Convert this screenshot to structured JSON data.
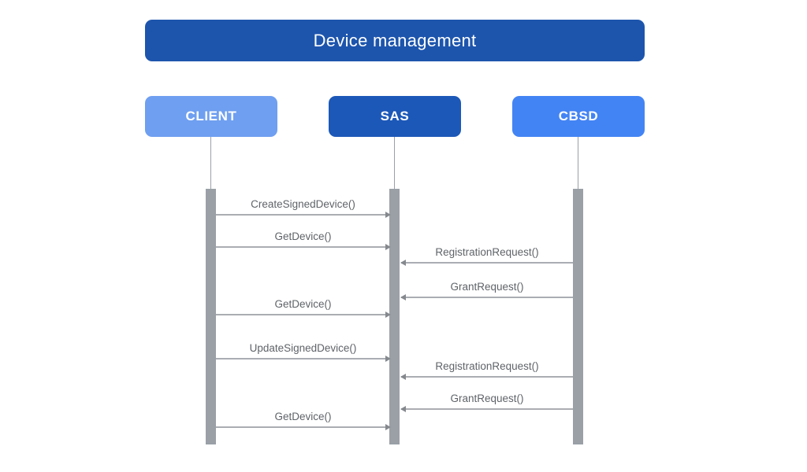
{
  "diagram": {
    "title": "Device management",
    "type": "sequence-diagram"
  },
  "actors": [
    {
      "id": "client",
      "label": "CLIENT",
      "color": "#6f9ff0"
    },
    {
      "id": "sas",
      "label": "SAS",
      "color": "#1c58b8"
    },
    {
      "id": "cbsd",
      "label": "CBSD",
      "color": "#4384f4"
    }
  ],
  "messages": [
    {
      "label": "CreateSignedDevice()",
      "from": "CLIENT",
      "to": "SAS",
      "direction": "right"
    },
    {
      "label": "GetDevice()",
      "from": "CLIENT",
      "to": "SAS",
      "direction": "right"
    },
    {
      "label": "RegistrationRequest()",
      "from": "CBSD",
      "to": "SAS",
      "direction": "left"
    },
    {
      "label": "GrantRequest()",
      "from": "CBSD",
      "to": "SAS",
      "direction": "left"
    },
    {
      "label": "GetDevice()",
      "from": "CLIENT",
      "to": "SAS",
      "direction": "right"
    },
    {
      "label": "UpdateSignedDevice()",
      "from": "CLIENT",
      "to": "SAS",
      "direction": "right"
    },
    {
      "label": "RegistrationRequest()",
      "from": "CBSD",
      "to": "SAS",
      "direction": "left"
    },
    {
      "label": "GrantRequest()",
      "from": "CBSD",
      "to": "SAS",
      "direction": "left"
    },
    {
      "label": "GetDevice()",
      "from": "CLIENT",
      "to": "SAS",
      "direction": "right"
    }
  ],
  "colors": {
    "title_bg": "#1d55ad",
    "client_bg": "#6f9ff0",
    "sas_bg": "#1c58b8",
    "cbsd_bg": "#4384f4",
    "lifeline_gray": "#9aa0a6",
    "arrow_gray": "#aaadb2",
    "arrowhead_gray": "#85898e",
    "message_text": "#5f6368",
    "actor_text": "#ffffff",
    "background": "#ffffff"
  }
}
